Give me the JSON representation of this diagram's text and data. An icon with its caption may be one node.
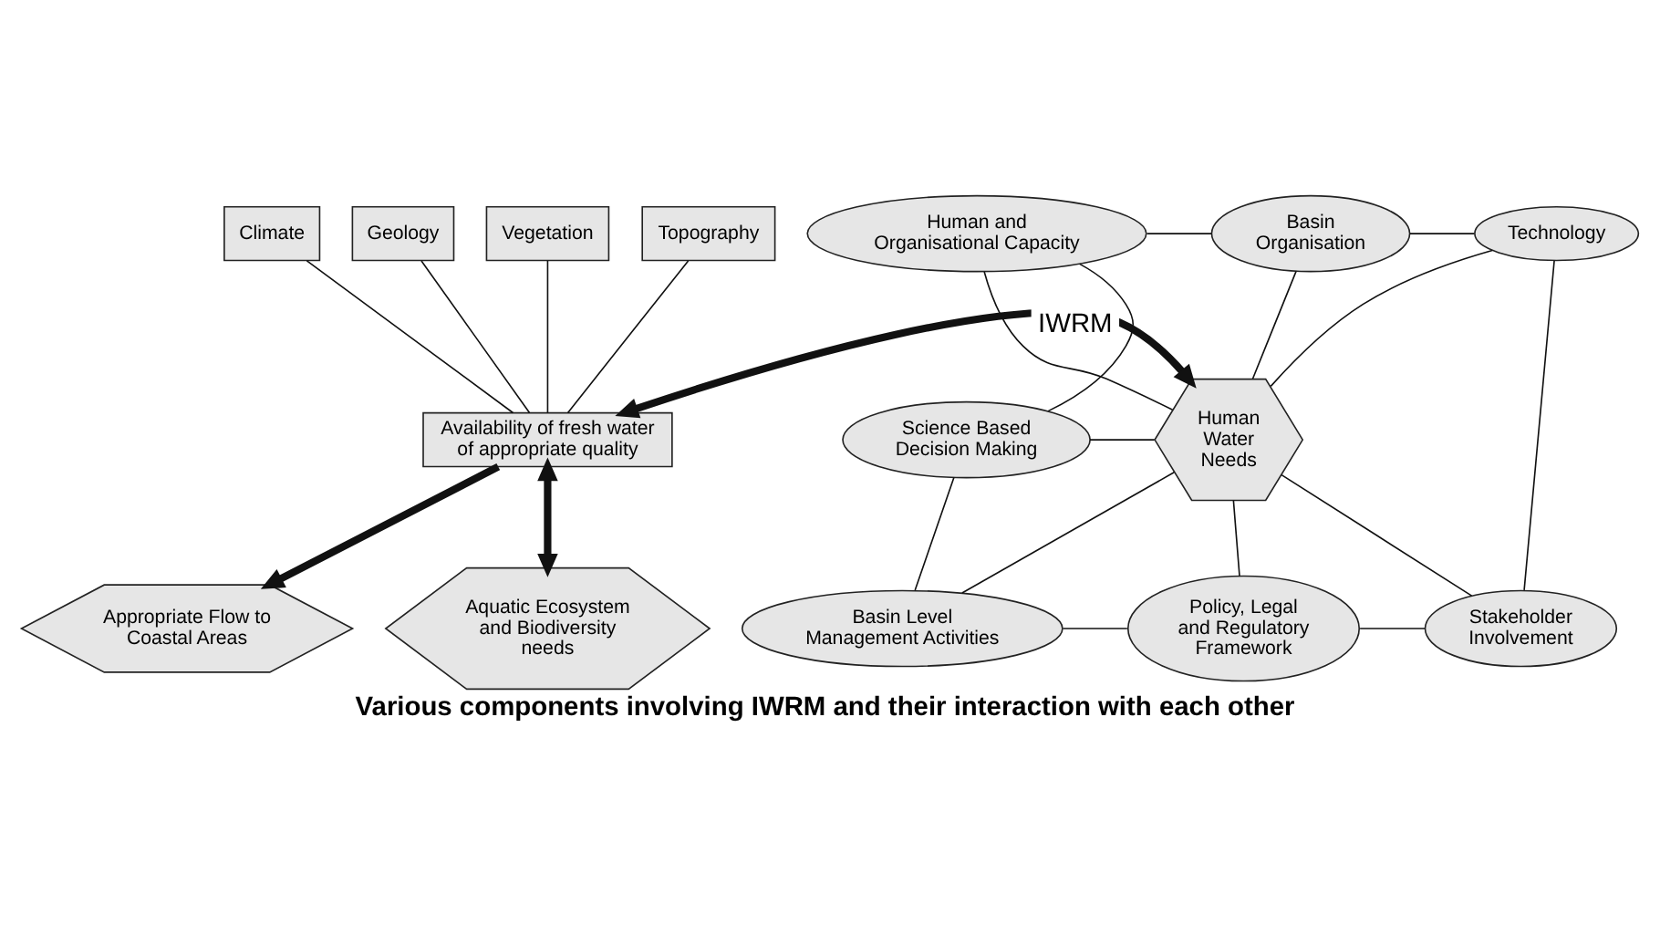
{
  "diagram": {
    "caption": "Various components involving IWRM and their interaction with each other",
    "nodes": [
      {
        "text": [
          "Climate"
        ]
      },
      {
        "text": [
          "Geology"
        ]
      },
      {
        "text": [
          "Vegetation"
        ]
      },
      {
        "text": [
          "Topography"
        ]
      },
      {
        "text": [
          "Availability of fresh water of appropriate quality"
        ]
      },
      {
        "text": [
          "Appropriate Flow to Coastal Areas"
        ]
      },
      {
        "text": [
          "Aquatic Ecosystem and Biodiversity needs"
        ]
      },
      {
        "text": [
          "Human Water Needs"
        ]
      },
      {
        "text": [
          "Basin Organisation"
        ]
      },
      {
        "text": [
          "Human and Organisational Capacity"
        ]
      },
      {
        "text": [
          "Science Based Decision Making"
        ]
      },
      {
        "text": [
          "Basin Level Management Activities"
        ]
      },
      {
        "text": [
          "Policy, Legal and Regulatory Framework"
        ]
      },
      {
        "text": [
          "Stakeholder Involvement"
        ]
      },
      {
        "text": [
          "Technology"
        ]
      }
    ],
    "edges": [
      {
        "from": 0,
        "to": 4,
        "arrow": "none"
      },
      {
        "from": 1,
        "to": 4,
        "arrow": "none"
      },
      {
        "from": 2,
        "to": 4,
        "arrow": "none"
      },
      {
        "from": 3,
        "to": 4,
        "arrow": "none"
      },
      {
        "from": 4,
        "to": 5,
        "arrow": "to",
        "style": "thick"
      },
      {
        "from": 4,
        "to": 6,
        "arrow": "both",
        "style": "thick"
      },
      {
        "from": 4,
        "to": 7,
        "arrow": "both",
        "label": "IWRM",
        "style": "thick"
      },
      {
        "from": 7,
        "to": 8,
        "arrow": "none"
      },
      {
        "from": 7,
        "to": 9,
        "arrow": "none"
      },
      {
        "from": 7,
        "to": 10,
        "arrow": "none"
      },
      {
        "from": 7,
        "to": 11,
        "arrow": "none"
      },
      {
        "from": 7,
        "to": 12,
        "arrow": "none"
      },
      {
        "from": 7,
        "to": 13,
        "arrow": "none"
      },
      {
        "from": 7,
        "to": 14,
        "arrow": "none"
      },
      {
        "from": 8,
        "to": 9,
        "arrow": "none"
      },
      {
        "from": 9,
        "to": 10,
        "arrow": "none"
      },
      {
        "from": 10,
        "to": 11,
        "arrow": "none"
      },
      {
        "from": 11,
        "to": 12,
        "arrow": "none"
      },
      {
        "from": 12,
        "to": 13,
        "arrow": "none"
      },
      {
        "from": 13,
        "to": 14,
        "arrow": "none"
      },
      {
        "from": 14,
        "to": 8,
        "arrow": "none"
      }
    ]
  }
}
